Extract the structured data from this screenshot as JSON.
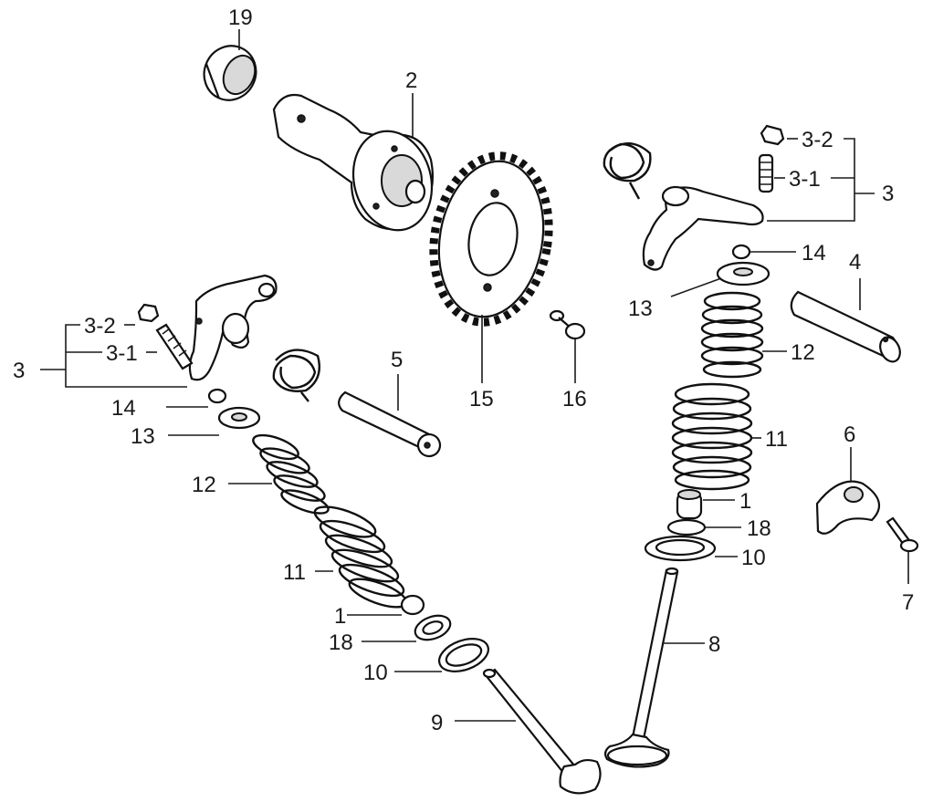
{
  "labels": {
    "l19": "19",
    "l2": "2",
    "l15": "15",
    "l16": "16",
    "l3_2_right": "3-2",
    "l3_1_right": "3-1",
    "l3_right": "3",
    "l14_right": "14",
    "l4": "4",
    "l13_right": "13",
    "l12_right": "12",
    "l11_right": "11",
    "l1_right": "1",
    "l18_right": "18",
    "l10_right": "10",
    "l8": "8",
    "l6": "6",
    "l7": "7",
    "l3_2_left": "3-2",
    "l3_1_left": "3-1",
    "l3_left": "3",
    "l14_left": "14",
    "l13_left": "13",
    "l5": "5",
    "l12_left": "12",
    "l11_left": "11",
    "l1_left": "1",
    "l18_left": "18",
    "l10_left": "10",
    "l9": "9"
  }
}
